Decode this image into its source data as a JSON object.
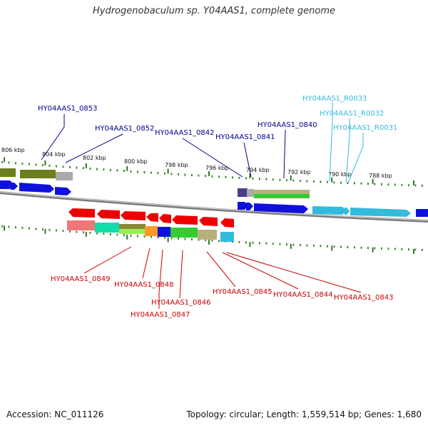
{
  "title": "Hydrogenobaculum sp. Y04AAS1, complete genome",
  "footer": {
    "accession": "Accession: NC_011126",
    "summary": "Topology: circular; Length: 1,559,514 bp; Genes: 1,680"
  },
  "colors": {
    "forward_label": "#00008B",
    "rna_label": "#33BBDD",
    "reverse_label": "#CC0000",
    "backbone": "#888888"
  },
  "ruler": {
    "labels": [
      "806 kbp",
      "804 kbp",
      "802 kbp",
      "800 kbp",
      "798 kbp",
      "796 kbp",
      "794 kbp",
      "792 kbp",
      "790 kbp",
      "788 kbp"
    ]
  },
  "labels": {
    "upper": [
      {
        "text": "HY04AAS1_0853",
        "strand": "forward"
      },
      {
        "text": "HY04AAS1_0852",
        "strand": "forward"
      },
      {
        "text": "HY04AAS1_0842",
        "strand": "forward"
      },
      {
        "text": "HY04AAS1_0841",
        "strand": "forward"
      },
      {
        "text": "HY04AAS1_0840",
        "strand": "forward"
      },
      {
        "text": "HY04AAS1_R0033",
        "strand": "rna"
      },
      {
        "text": "HY04AAS1_R0032",
        "strand": "rna"
      },
      {
        "text": "HY04AAS1_R0031",
        "strand": "rna"
      }
    ],
    "lower": [
      {
        "text": "HY04AAS1_0849",
        "strand": "reverse"
      },
      {
        "text": "HY04AAS1_0848",
        "strand": "reverse"
      },
      {
        "text": "HY04AAS1_0847",
        "strand": "reverse"
      },
      {
        "text": "HY04AAS1_0846",
        "strand": "reverse"
      },
      {
        "text": "HY04AAS1_0845",
        "strand": "reverse"
      },
      {
        "text": "HY04AAS1_0844",
        "strand": "reverse"
      },
      {
        "text": "HY04AAS1_0843",
        "strand": "reverse"
      }
    ]
  }
}
